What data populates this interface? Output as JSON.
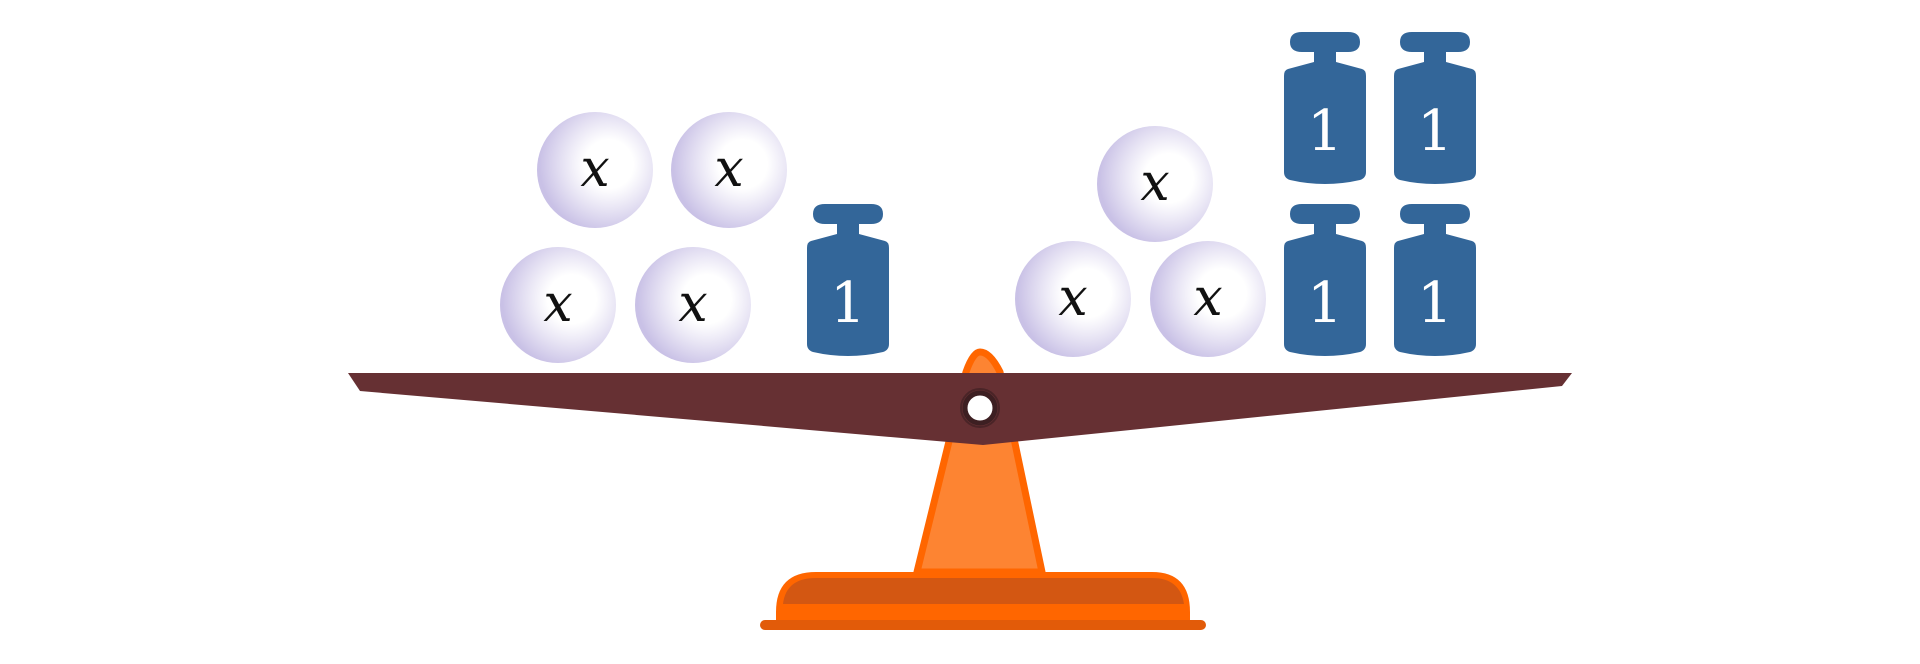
{
  "colors": {
    "background": "#ffffff",
    "beam": "#663033",
    "stand_fill": "#fd8432",
    "stand_stroke": "#ff6600",
    "base_top": "#d35712",
    "base_bottom": "#e25b09",
    "ball_center": "#ffffff",
    "ball_edge": "#c9c1e6",
    "weight": "#336699"
  },
  "balance": {
    "left_pan": {
      "x_balls": [
        {
          "label": "x"
        },
        {
          "label": "x"
        },
        {
          "label": "x"
        },
        {
          "label": "x"
        }
      ],
      "unit_weights": [
        {
          "label": "1"
        }
      ]
    },
    "right_pan": {
      "x_balls": [
        {
          "label": "x"
        },
        {
          "label": "x"
        },
        {
          "label": "x"
        }
      ],
      "unit_weights": [
        {
          "label": "1"
        },
        {
          "label": "1"
        },
        {
          "label": "1"
        },
        {
          "label": "1"
        }
      ]
    }
  }
}
